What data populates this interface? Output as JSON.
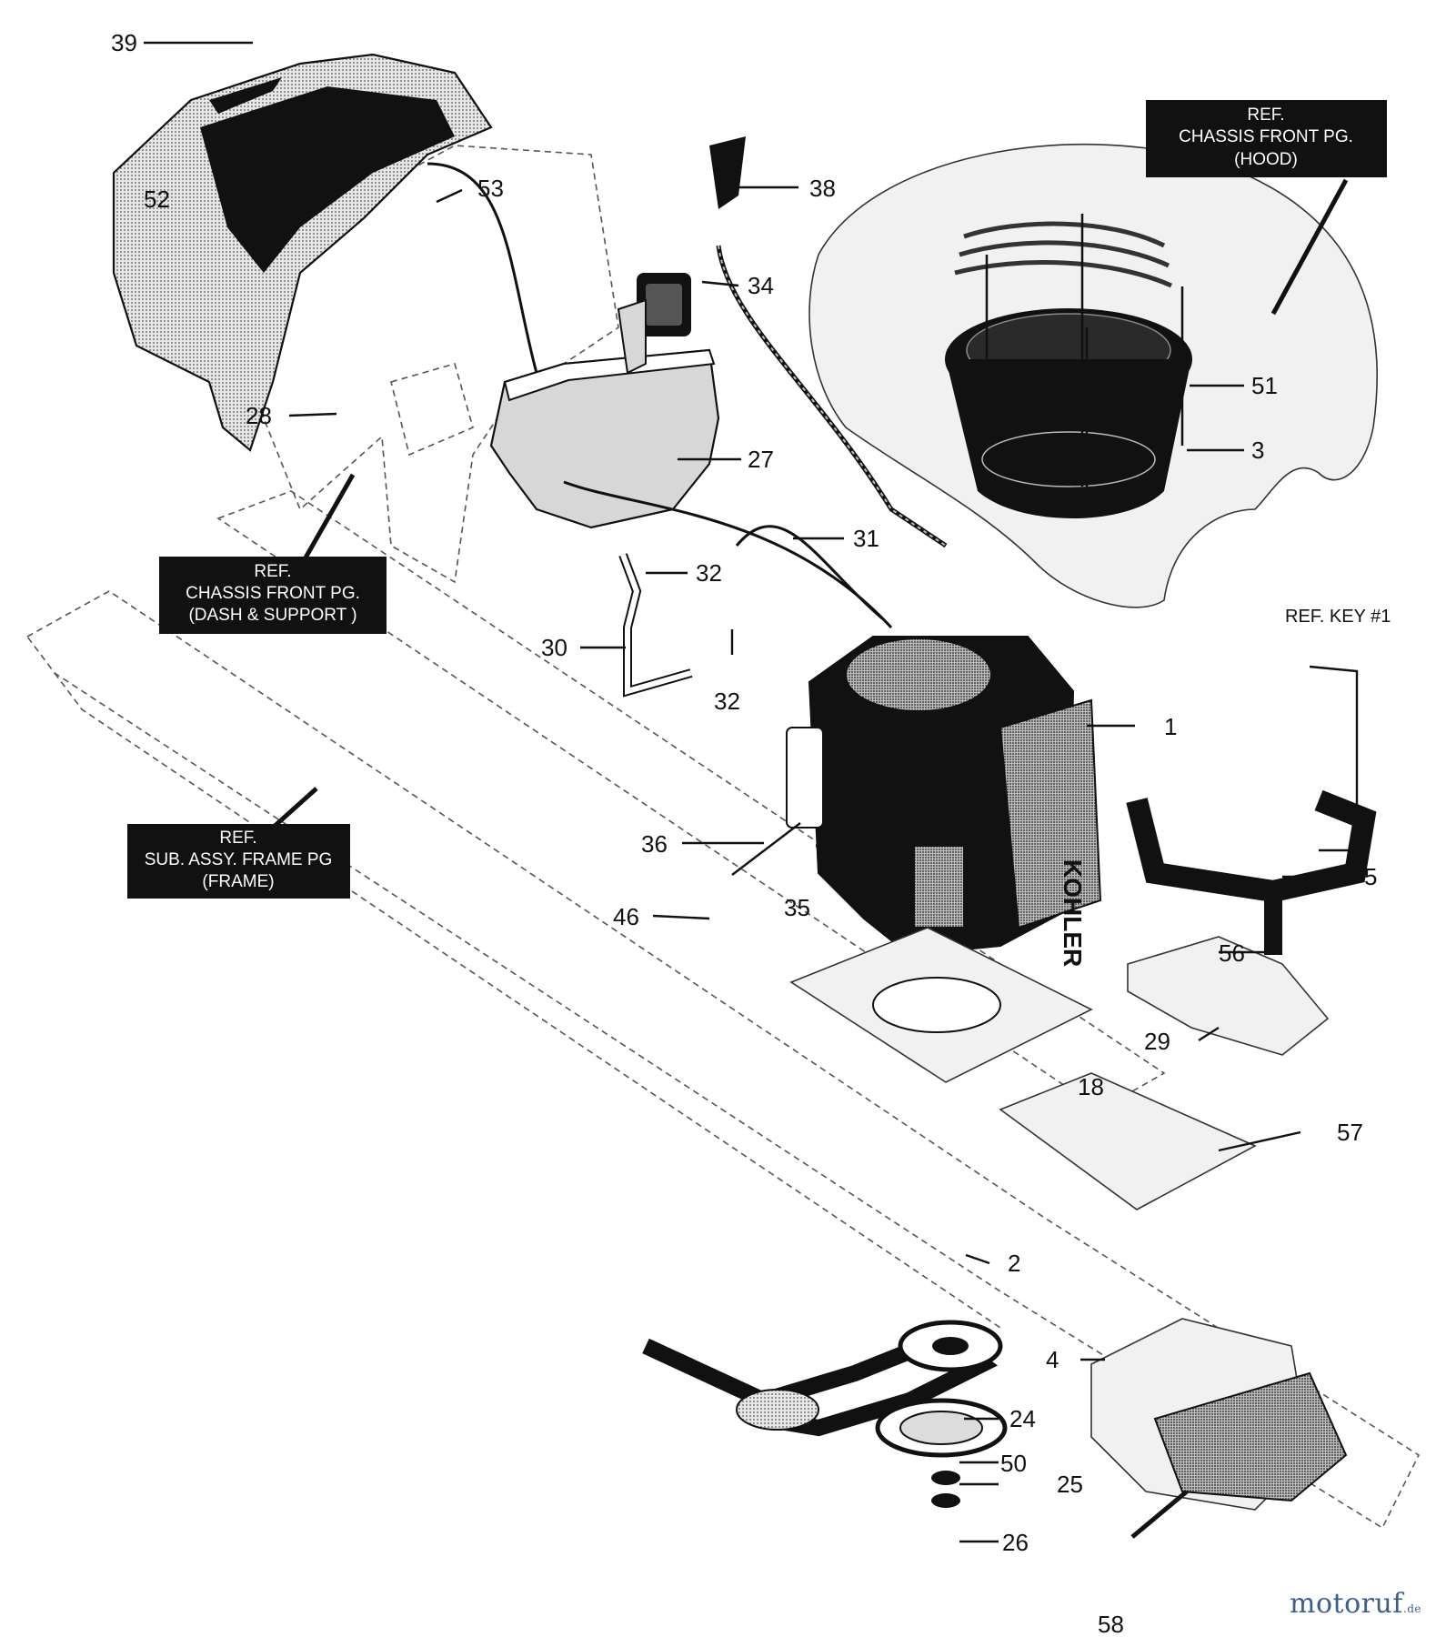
{
  "callouts": {
    "c39": "39",
    "c52": "52",
    "c53": "53",
    "c38": "38",
    "c34": "34",
    "c51": "51",
    "c3": "3",
    "c28": "28",
    "c27": "27",
    "c31": "31",
    "c32a": "32",
    "c30": "30",
    "c32b": "32",
    "c1": "1",
    "c36": "36",
    "c35": "35",
    "c46": "46",
    "c5": "5",
    "c56": "56",
    "c29": "29",
    "c18": "18",
    "c57": "57",
    "c2": "2",
    "c4": "4",
    "c24": "24",
    "c50": "50",
    "c25": "25",
    "c26": "26",
    "c58": "58"
  },
  "refs": {
    "hood": [
      "REF.",
      "CHASSIS FRONT PG.",
      "(HOOD)"
    ],
    "dash": [
      "REF.",
      "CHASSIS FRONT PG.",
      "(DASH & SUPPORT )"
    ],
    "frame": [
      "REF.",
      "SUB. ASSY. FRAME PG",
      "(FRAME)"
    ],
    "key": "REF. KEY #1"
  },
  "engine_brand": "KOHLER",
  "watermark": {
    "name": "motoruf",
    "tld": ".de"
  },
  "colors": {
    "ink": "#111111",
    "fill": "#d7d7d7",
    "watermark": "#3a5f8f"
  }
}
